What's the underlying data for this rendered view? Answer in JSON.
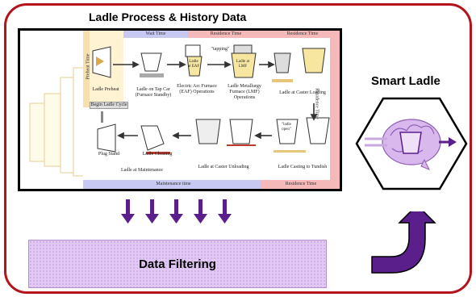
{
  "title": "Ladle Process & History Data",
  "smart_title": "Smart Ladle",
  "filter_label": "Data Filtering",
  "colors": {
    "border": "#b3131b",
    "purple": "#5b1f8c",
    "filter": "#e2c9f3",
    "wait": "#c7c9f2",
    "residence": "#f6b9b9",
    "preheat": "#f7e0b0"
  },
  "bands": {
    "preheat": "Preheat Time",
    "wait": "Wait Time",
    "residence1": "Residence Time",
    "residence2": "Residence Time",
    "residence_right": "Residence Time",
    "maintenance": "Maintenance time",
    "residence_bottom": "Residence Time"
  },
  "stages": {
    "preheat": "Ladle Preheat",
    "tapcar": "Ladle on Tap Car (Furnace Standby)",
    "eaf": "Electric Arc Furnace (EAF) Operations",
    "lmf": "Ladle Metallurgy Furnace (LMF) Operations",
    "caster_loading": "Ladle at Caster Loading",
    "casting": "Ladle Casting to Tundish",
    "unloading": "Ladle at Caster Unloading",
    "cleaning": "Ladle Cleaning",
    "plug": "Plug Stand",
    "maintenance": "Ladle at Maintenance",
    "begin": "Begin Ladle Cycle"
  },
  "tags": {
    "tapping": "\"tapping\"",
    "ladle_eaf": "Ladle at EAF",
    "ladle_lmf": "Ladle at LMF",
    "open": "\"ladle open\""
  }
}
